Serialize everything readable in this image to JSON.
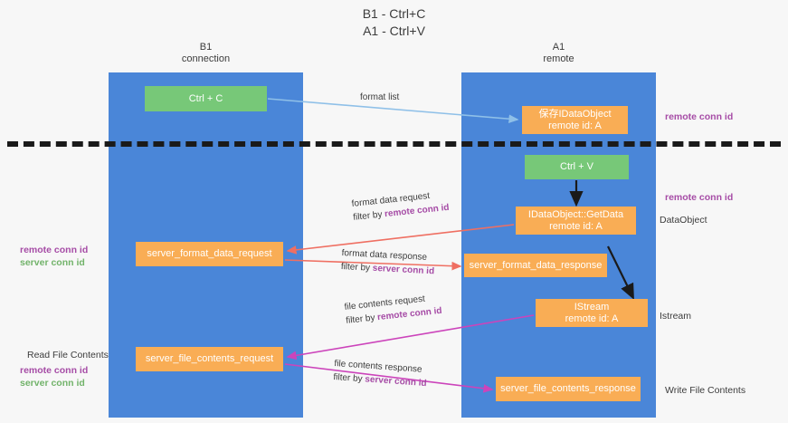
{
  "heading": {
    "line1": "B1 - Ctrl+C",
    "line2": "A1 - Ctrl+V"
  },
  "lanes": [
    {
      "id": "b1",
      "title": "B1",
      "subtitle": "connection"
    },
    {
      "id": "a1",
      "title": "A1",
      "subtitle": "remote"
    }
  ],
  "nodes": {
    "ctrl_c": {
      "label": "Ctrl + C",
      "color": "#77c878"
    },
    "ctrl_v": {
      "label": "Ctrl + V",
      "color": "#77c878"
    },
    "ido_save": {
      "line1": "保存IDataObject",
      "line2": "remote id: A",
      "color": "#f9ad55"
    },
    "getdata": {
      "line1": "IDataObject::GetData",
      "line2": "remote id: A",
      "color": "#f9ad55"
    },
    "server_format_data_request": {
      "label": "server_format_data_request",
      "color": "#f9ad55"
    },
    "server_format_data_response": {
      "label": "server_format_data_response",
      "color": "#f9ad55"
    },
    "istream": {
      "line1": "IStream",
      "line2": "remote id: A",
      "color": "#f9ad55"
    },
    "server_file_contents_request": {
      "label": "server_file_contents_request",
      "color": "#f9ad55"
    },
    "server_file_contents_response": {
      "label": "server_file_contents_response",
      "color": "#f9ad55"
    }
  },
  "edge_labels": {
    "format_list": "format list",
    "format_data_request": "format data request",
    "format_data_request_filter_prefix": "filter by ",
    "format_data_request_filter_key": "remote conn id",
    "format_data_response": "format data response",
    "format_data_response_filter_prefix": "filter by ",
    "format_data_response_filter_key": "server conn id",
    "file_contents_request": "file contents request",
    "file_contents_request_filter_prefix": "filter by ",
    "file_contents_request_filter_key": "remote conn id",
    "file_contents_response": "file contents response",
    "file_contents_response_filter_prefix": "filter by ",
    "file_contents_response_filter_key": "server conn id"
  },
  "annotations": {
    "right_remote_conn_id_top": "remote conn id",
    "right_remote_conn_id_mid": "remote conn id",
    "right_dataobject": "DataObject",
    "right_istream": "Istream",
    "right_write_file_contents": "Write File Contents",
    "left_remote_conn_id_1": "remote conn id",
    "left_server_conn_id_1": "server conn id",
    "left_read_file_contents": "Read File Contents",
    "left_remote_conn_id_2": "remote conn id",
    "left_server_conn_id_2": "server conn id"
  },
  "colors": {
    "lane": "#4a86d8",
    "node_green": "#77c878",
    "node_orange": "#f9ad55",
    "purple_key": "#a64ca6",
    "green_key": "#72b36a",
    "arrow_blue": "#8fc0e8",
    "arrow_red": "#ef6f62",
    "arrow_magenta": "#cc44bb",
    "arrow_black": "#1a1a1a",
    "divider": "#1a1a1a",
    "background": "#f7f7f7"
  }
}
